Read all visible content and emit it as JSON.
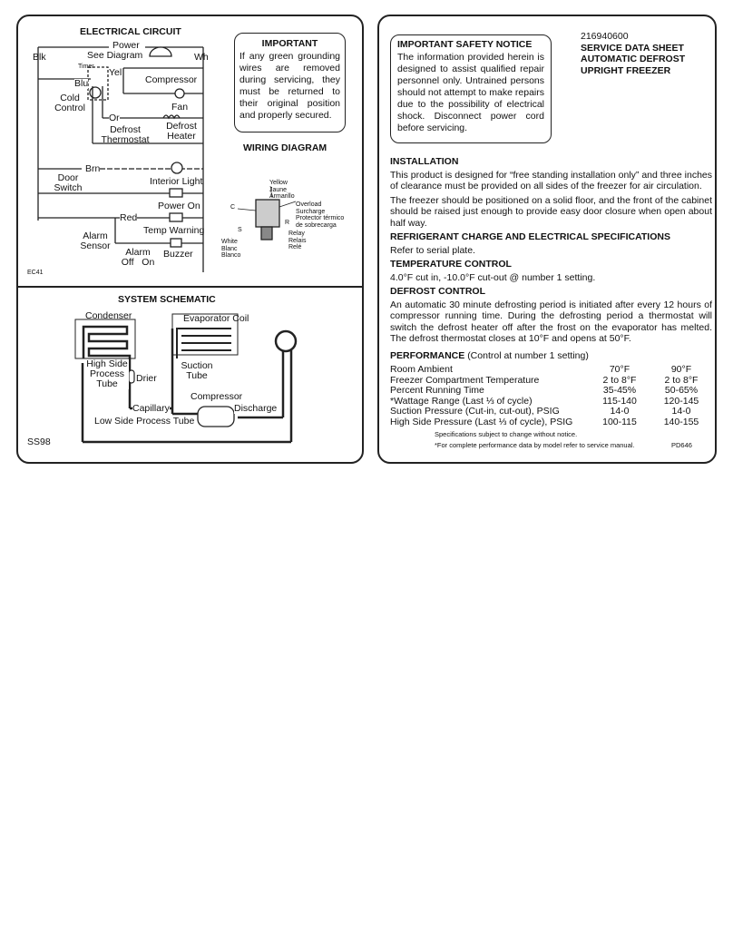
{
  "left": {
    "electrical_title": "ELECTRICAL CIRCUIT",
    "labels": {
      "power": "Power",
      "blk": "Blk",
      "wh": "Wh",
      "see_diagram": "See Diagram",
      "timer": "Timer",
      "yel": "Yel",
      "compressor": "Compressor",
      "blu": "Blu",
      "cold": "Cold",
      "control": "Control",
      "fan": "Fan",
      "or": "Or",
      "defrost": "Defrost",
      "thermostat": "Thermostat",
      "heater": "Heater",
      "brn": "Brn",
      "door": "Door",
      "switch": "Switch",
      "interior_light": "Interior Light",
      "power_on": "Power On",
      "red": "Red",
      "temp_warning": "Temp Warning",
      "alarm": "Alarm",
      "sensor": "Sensor",
      "alarm2": "Alarm",
      "off": "Off",
      "on": "On",
      "buzzer": "Buzzer",
      "code": "EC41"
    },
    "important": {
      "title": "IMPORTANT",
      "text": "If any green grounding wires are removed during servicing, they must be returned to their original position and properly secured."
    },
    "wiring_title": "WIRING DIAGRAM",
    "wiring_labels": {
      "yellow": "Yellow",
      "jaune": "Jaune",
      "armarillo": "Armarillo",
      "c": "C",
      "overload": "Overload",
      "surcharge": "Surcharge",
      "protector": "Protector térmico",
      "sobrecarga": "de sobrecarga",
      "r": "R",
      "s": "S",
      "relay": "Relay",
      "relais": "Relais",
      "rele": "Relé",
      "white": "White",
      "blanc": "Blanc",
      "blanco": "Blanco"
    },
    "schematic": {
      "title": "SYSTEM SCHEMATIC",
      "condenser": "Condenser",
      "evaporator": "Evaporator Coil",
      "high_side": "High Side",
      "process": "Process",
      "tube": "Tube",
      "drier": "Drier",
      "suction": "Suction",
      "suction_tube": "Tube",
      "compressor": "Compressor",
      "capillary": "Capillary",
      "discharge": "Discharge",
      "low_side": "Low Side Process Tube",
      "code": "SS98"
    }
  },
  "right": {
    "safety": {
      "title": "IMPORTANT SAFETY NOTICE",
      "text": "The information provided herein is designed to assist qualified repair personnel only. Untrained persons should not attempt to make repairs due to the possibility of electrical shock. Disconnect power cord before servicing."
    },
    "header": {
      "number": "216940600",
      "line1": "SERVICE DATA SHEET",
      "line2": "AUTOMATIC DEFROST",
      "line3": "UPRIGHT FREEZER"
    },
    "installation": {
      "title": "INSTALLATION",
      "p1": "This product is designed for “free standing installation only” and three inches of clearance must be provided on all sides of the freezer for air circulation.",
      "p2": "The freezer should be positioned on a solid floor, and the front of the cabinet should be raised just enough to provide easy door closure when open about half way."
    },
    "refrigerant": {
      "title": "REFRIGERANT CHARGE AND ELECTRICAL SPECIFICATIONS",
      "text": "Refer to serial plate."
    },
    "temperature": {
      "title": "TEMPERATURE CONTROL",
      "text": "4.0°F cut in, -10.0°F cut-out @ number 1 setting."
    },
    "defrost": {
      "title": "DEFROST CONTROL",
      "text": "An automatic 30 minute defrosting period is initiated after every 12 hours of compressor running time. During the defrosting period a thermostat will switch the defrost heater off after the frost on the evaporator has melted. The defrost thermostat closes at 10°F and opens at 50°F."
    },
    "performance": {
      "title": "PERFORMANCE",
      "subtitle": "(Control at number 1 setting)",
      "rows": [
        [
          "Room Ambient",
          "70°F",
          "90°F"
        ],
        [
          "Freezer Compartment Temperature",
          "2 to 8°F",
          "2 to 8°F"
        ],
        [
          "Percent Running Time",
          "35-45%",
          "50-65%"
        ],
        [
          "*Wattage Range (Last ⅓ of cycle)",
          "115-140",
          "120-145"
        ],
        [
          "Suction Pressure (Cut-in, cut-out), PSIG",
          "14-0",
          "14-0"
        ],
        [
          "High Side Pressure (Last ⅓ of cycle), PSIG",
          "100-115",
          "140-155"
        ]
      ]
    },
    "footer": {
      "note1": "Specifications subject to change without notice.",
      "note2": "*For complete performance data by model refer to service manual.",
      "code": "PD646"
    }
  }
}
